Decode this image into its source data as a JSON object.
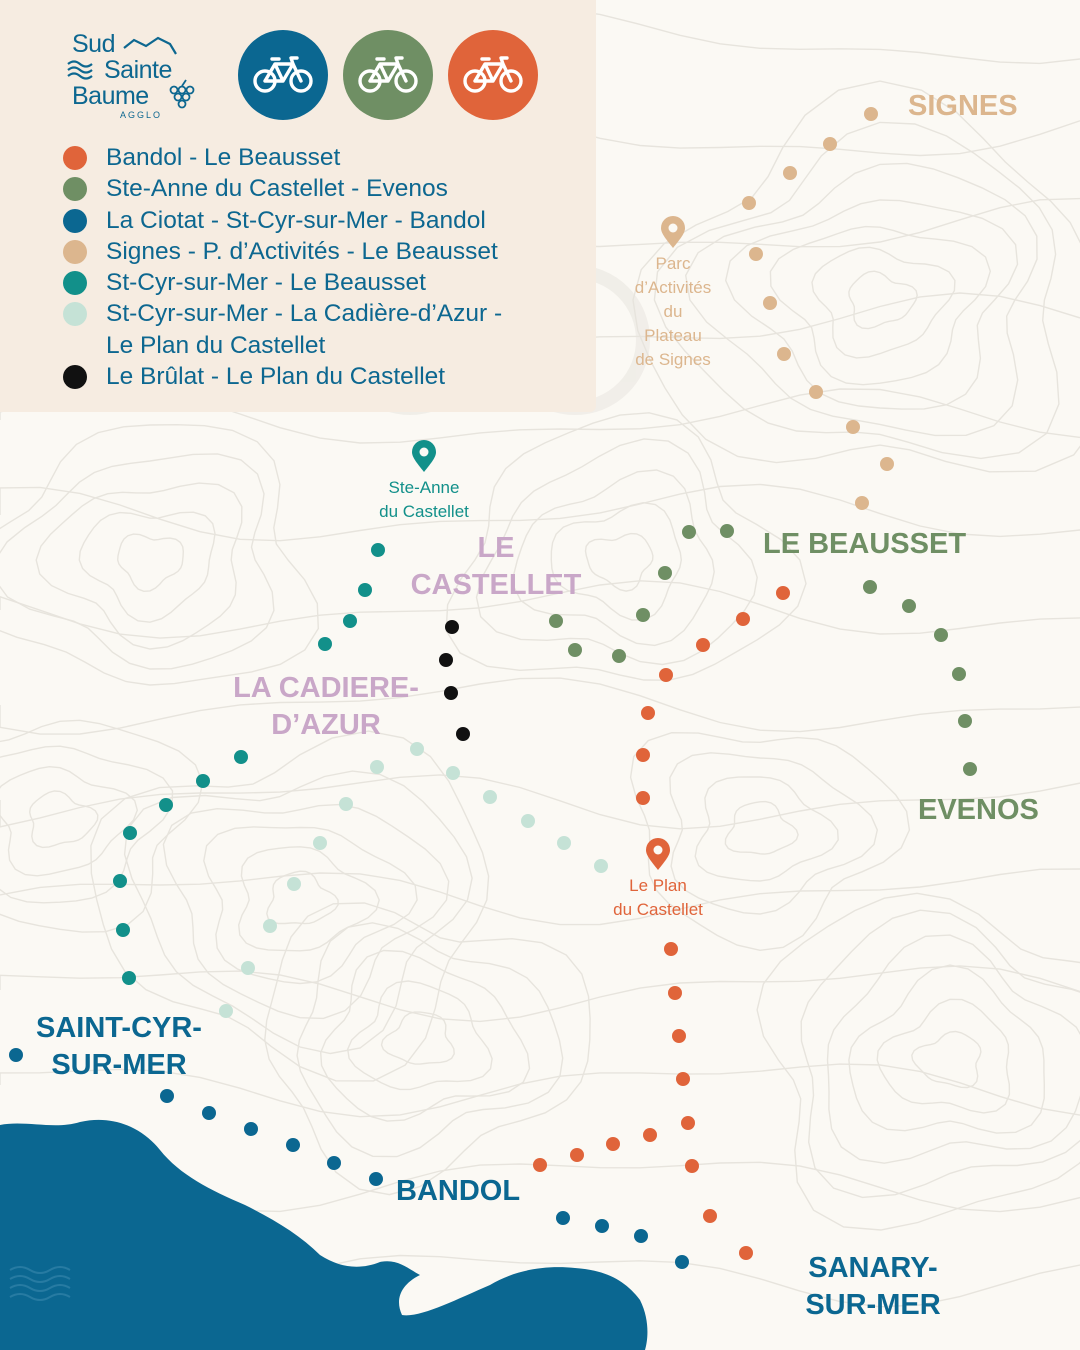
{
  "colors": {
    "background": "#fbf9f4",
    "legend_panel": "#f6ece1",
    "contour": "#e7e4dd",
    "sea": "#0b6791",
    "text_blue": "#0d6790",
    "route_orange": "#e0643a",
    "route_green": "#6f8f64",
    "route_blue": "#0b6791",
    "route_sand": "#dcb68e",
    "route_teal": "#12908a",
    "route_mint": "#c5e2d6",
    "route_black": "#111111",
    "town_pink": "#c9a7c8",
    "town_sand": "#dcb68e",
    "town_green": "#6f8f64",
    "town_blue": "#0b6791"
  },
  "logo": {
    "line1": "Sud",
    "line2": "Sainte",
    "line3": "Baume",
    "sub": "AGGLO",
    "icons": [
      "mountain-icon",
      "waves-icon",
      "grapes-icon"
    ]
  },
  "bike_badges": [
    {
      "color": "#0b6791",
      "icon": "bicycle-icon"
    },
    {
      "color": "#6f8f64",
      "icon": "bicycle-icon"
    },
    {
      "color": "#e0643a",
      "icon": "bicycle-icon"
    }
  ],
  "legend": [
    {
      "color": "#e0643a",
      "line1": "Bandol - Le Beausset",
      "line2": ""
    },
    {
      "color": "#6f8f64",
      "line1": "Ste-Anne du Castellet - Evenos",
      "line2": ""
    },
    {
      "color": "#0b6791",
      "line1": "La Ciotat - St-Cyr-sur-Mer - Bandol",
      "line2": ""
    },
    {
      "color": "#dcb68e",
      "line1": "Signes - P. d’Activités - Le Beausset",
      "line2": ""
    },
    {
      "color": "#12908a",
      "line1": "St-Cyr-sur-Mer - Le Beausset",
      "line2": ""
    },
    {
      "color": "#c5e2d6",
      "line1": "St-Cyr-sur-Mer - La Cadière-d’Azur -",
      "line2": "Le Plan du Castellet"
    },
    {
      "color": "#111111",
      "line1": "Le Brûlat - Le Plan du Castellet",
      "line2": ""
    }
  ],
  "towns": {
    "signes": "SIGNES",
    "le_beausset": "LE BEAUSSET",
    "le_castellet_1": "LE",
    "le_castellet_2": "CASTELLET",
    "la_cadiere_1": "LA CADIERE-",
    "la_cadiere_2": "D’AZUR",
    "evenos": "EVENOS",
    "saint_cyr_1": "SAINT-CYR-",
    "saint_cyr_2": "SUR-MER",
    "bandol": "BANDOL",
    "sanary_1": "SANARY-",
    "sanary_2": "SUR-MER"
  },
  "pois": {
    "parc": [
      "Parc",
      "d’Activités",
      "du",
      "Plateau",
      "de Signes"
    ],
    "ste_anne": [
      "Ste-Anne",
      "du Castellet"
    ],
    "le_plan": [
      "Le Plan",
      "du Castellet"
    ]
  }
}
